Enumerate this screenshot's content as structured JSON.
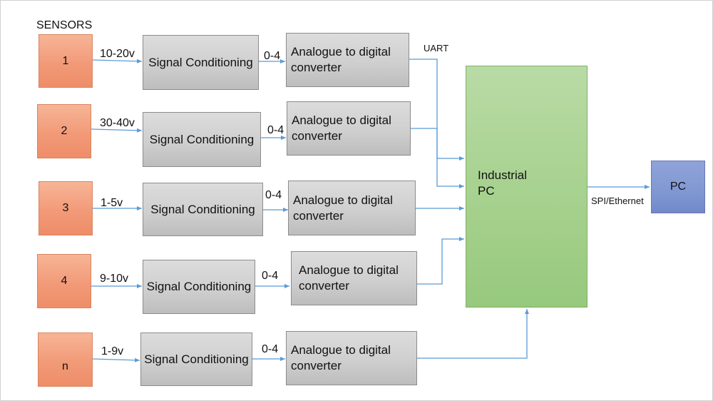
{
  "title": "SENSORS",
  "sensors": [
    {
      "id": "1",
      "input_range": "10-20v",
      "conditioning_label": "Signal Conditioning",
      "output_range": "0-4",
      "adc_line1": "Analogue to digital",
      "adc_line2": "converter"
    },
    {
      "id": "2",
      "input_range": "30-40v",
      "conditioning_label": "Signal Conditioning",
      "output_range": "0-4",
      "adc_line1": "Analogue to digital",
      "adc_line2": "converter"
    },
    {
      "id": "3",
      "input_range": "1-5v",
      "conditioning_label": "Signal Conditioning",
      "output_range": "0-4",
      "adc_line1": "Analogue to digital",
      "adc_line2": "converter"
    },
    {
      "id": "4",
      "input_range": "9-10v",
      "conditioning_label": "Signal Conditioning",
      "output_range": "0-4",
      "adc_line1": "Analogue to digital",
      "adc_line2": "converter"
    },
    {
      "id": "n",
      "input_range": "1-9v",
      "conditioning_label": "Signal Conditioning",
      "output_range": "0-4",
      "adc_line1": "Analogue to digital",
      "adc_line2": "converter"
    }
  ],
  "uart_label": "UART",
  "industrial_pc": {
    "line1": "Industrial",
    "line2": "PC"
  },
  "link_label": "SPI/Ethernet",
  "pc_label": "PC",
  "colors": {
    "sensor_fill": "#f29a78",
    "block_fill": "#cfcfcf",
    "industrial_pc_fill": "#a8d290",
    "pc_fill": "#8098d2",
    "wire": "#5b9bd5"
  }
}
